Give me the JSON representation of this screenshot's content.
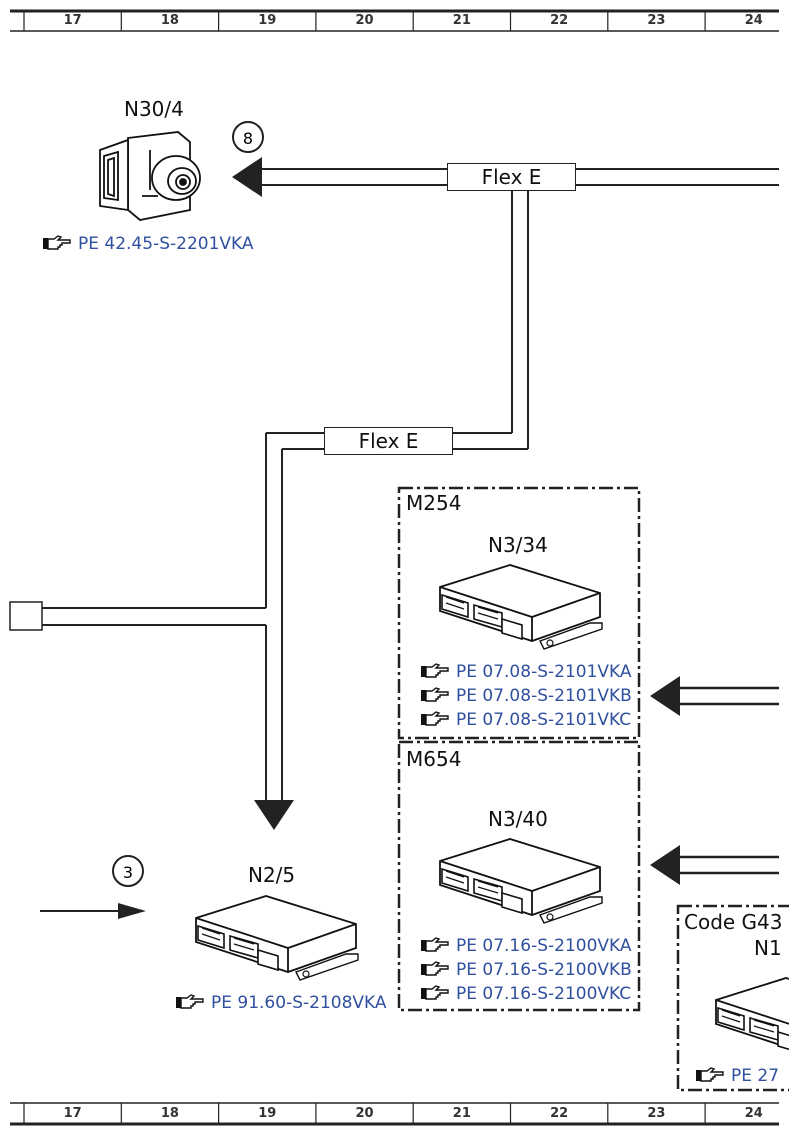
{
  "ruler": {
    "columns": [
      "17",
      "18",
      "19",
      "20",
      "21",
      "22",
      "23",
      "24"
    ]
  },
  "bus": {
    "upper_label": "Flex E",
    "lower_label": "Flex E"
  },
  "markers": {
    "upper_circle": "8",
    "lower_circle": "3"
  },
  "components": {
    "n30_4": {
      "label": "N30/4",
      "refs": [
        "PE 42.45-S-2201VKA"
      ]
    },
    "n3_34": {
      "label": "N3/34",
      "group": "M254",
      "refs": [
        "PE 07.08-S-2101VKA",
        "PE 07.08-S-2101VKB",
        "PE 07.08-S-2101VKC"
      ]
    },
    "n3_40": {
      "label": "N3/40",
      "group": "M654",
      "refs": [
        "PE 07.16-S-2100VKA",
        "PE 07.16-S-2100VKB",
        "PE 07.16-S-2100VKC"
      ]
    },
    "n2_5": {
      "label": "N2/5",
      "refs": [
        "PE 91.60-S-2108VKA"
      ]
    },
    "partial": {
      "group": "Code G43",
      "label": "N1",
      "ref": "PE 27"
    }
  },
  "colors": {
    "link": "#2f4f9f",
    "line": "#222222"
  }
}
